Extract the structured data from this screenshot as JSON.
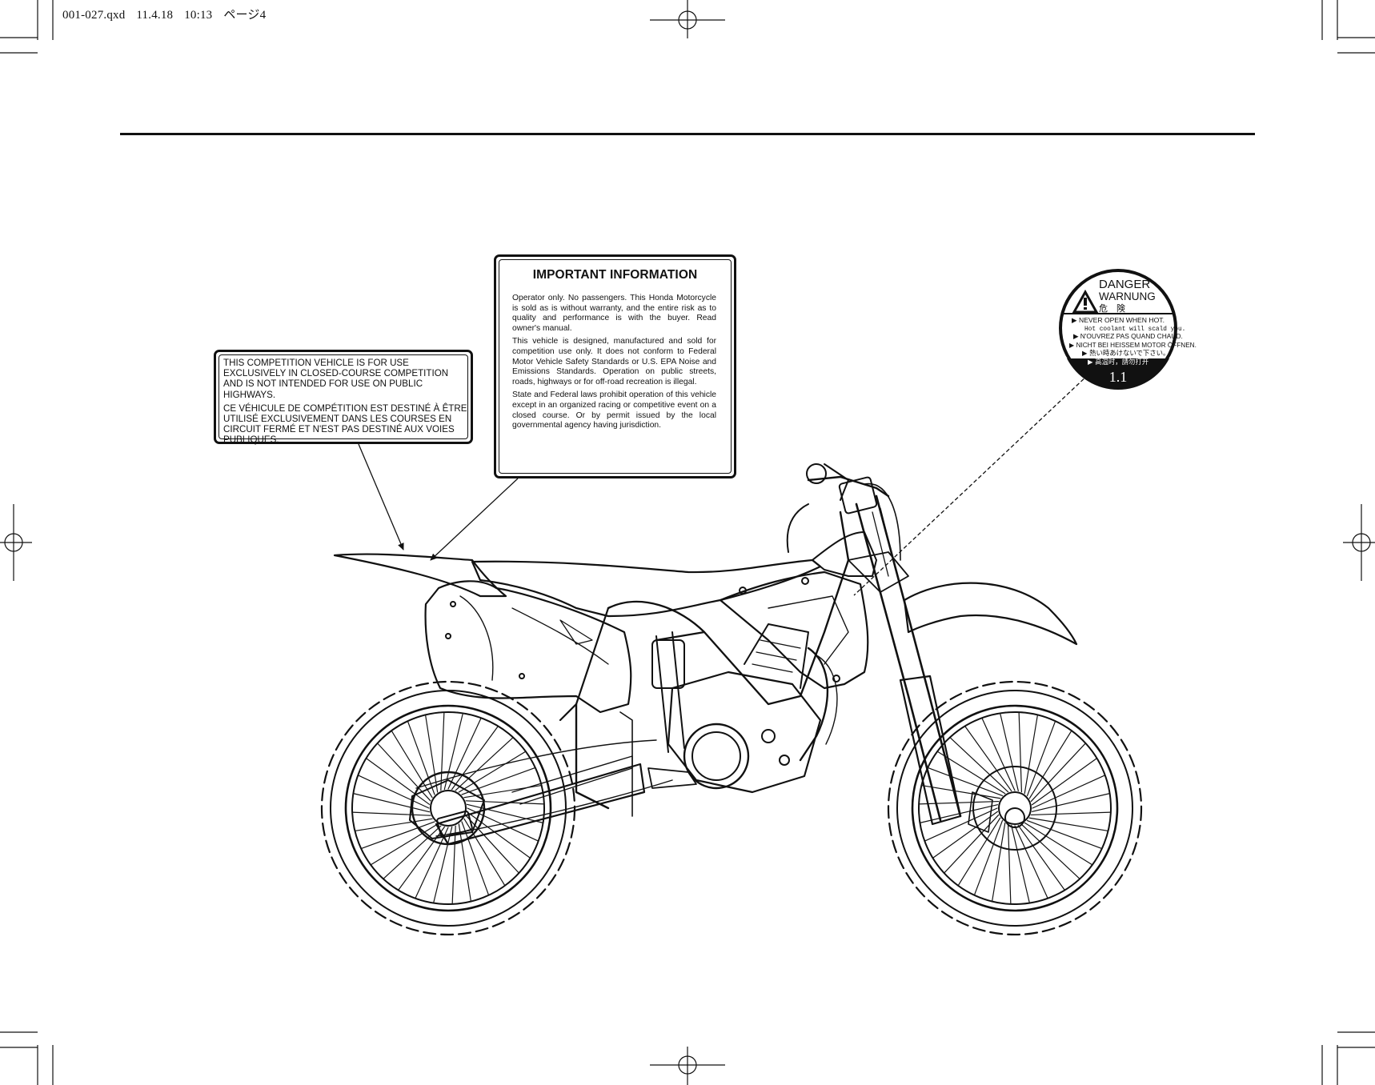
{
  "slug": {
    "file": "001-027.qxd",
    "date": "11.4.18",
    "time": "10:13",
    "page": "ページ4"
  },
  "competition_label": {
    "english": "THIS COMPETITION VEHICLE IS FOR USE EXCLUSIVELY IN CLOSED-COURSE COMPETITION AND IS NOT INTENDED FOR USE ON PUBLIC HIGHWAYS.",
    "french": "CE VÉHICULE DE COMPÉTITION EST DESTINÉ À ÊTRE UTILISÉ EXCLUSIVEMENT DANS LES COURSES EN CIRCUIT FERMÉ ET N'EST PAS DESTINÉ AUX VOIES PUBLIQUES."
  },
  "important_label": {
    "title": "IMPORTANT INFORMATION",
    "paragraphs": [
      "Operator only. No passengers. This Honda Motorcycle is sold as is without warranty, and the entire risk as to quality and performance is with the buyer. Read owner's manual.",
      "This vehicle is designed, manufactured and sold for competition use only. It does not conform to Federal Motor Vehicle Safety Standards or U.S. EPA Noise and Emissions Standards. Operation on public streets, roads, highways or for off-road recreation is illegal.",
      "State and Federal laws prohibit operation of this vehicle except in an organized racing or competitive event on a closed course. Or by permit issued by the local governmental agency having jurisdiction."
    ]
  },
  "danger_label": {
    "heading_en": "DANGER",
    "heading_de": "WARNUNG",
    "heading_ja": "危　険",
    "lines": [
      "▶ NEVER OPEN WHEN HOT.",
      "Hot coolant will scald you.",
      "▶ N'OUVREZ PAS QUAND CHAUD.",
      "▶ NICHT BEI HEISSEM MOTOR ÖFFNEN.",
      "▶ 熱い時あけないで下さい。",
      "▶ 高温时，請勿打开"
    ],
    "pressure": "1.1",
    "icon": "warning-triangle-icon"
  },
  "illustration": {
    "subject": "motorcycle-drawing"
  }
}
